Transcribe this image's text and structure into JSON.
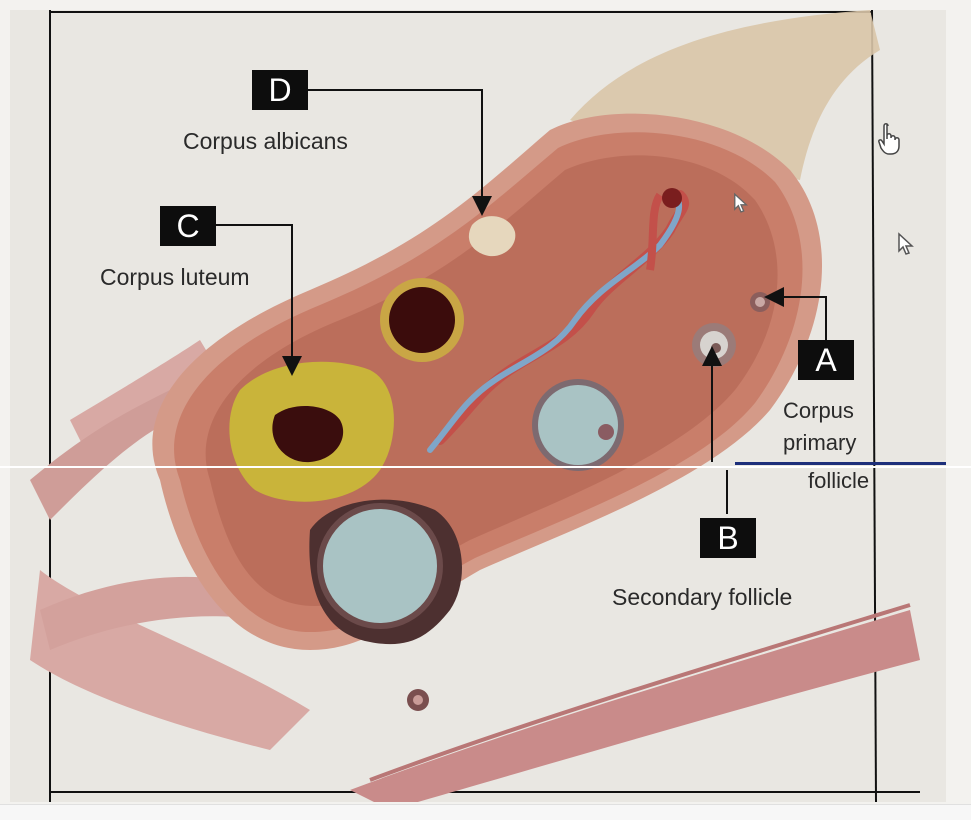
{
  "labels": {
    "a": {
      "letter": "A",
      "caption_line1": "Corpus",
      "caption_line2": "primary",
      "caption_line3": "follicle"
    },
    "b": {
      "letter": "B",
      "caption": "Secondary follicle"
    },
    "c": {
      "letter": "C",
      "caption": "Corpus luteum"
    },
    "d": {
      "letter": "D",
      "caption": "Corpus albicans"
    }
  },
  "colors": {
    "ovary_tissue": "#c97e6a",
    "ovary_inner": "#b86a58",
    "corpus_luteum": "#c9b43a",
    "follicle_fluid": "#a9c3c4",
    "blood_vessel_red": "#c3504a",
    "blood_vessel_blue": "#7fa6c8",
    "label_box": "#0d0d0d",
    "fimbriae": "#d8a9a4"
  },
  "icons": {
    "hand_cursor": "hand-pointer-icon",
    "arrow_cursor": "arrow-cursor-icon"
  }
}
